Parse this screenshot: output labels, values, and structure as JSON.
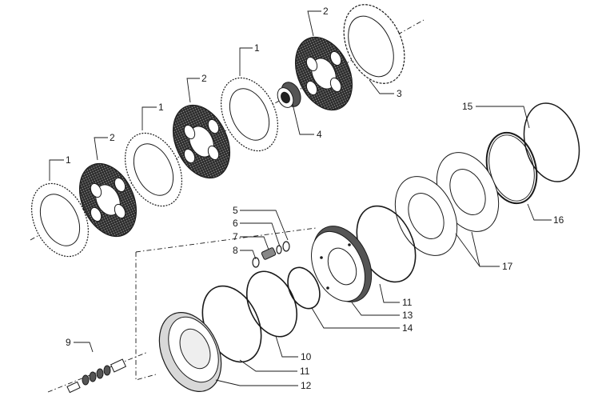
{
  "callouts": {
    "c1": "1",
    "c2": "2",
    "c3": "3",
    "c4": "4",
    "c5": "5",
    "c6": "6",
    "c7": "7",
    "c8": "8",
    "c9": "9",
    "c10": "10",
    "c11": "11",
    "c12": "12",
    "c13": "13",
    "c14": "14",
    "c15": "15",
    "c16": "16",
    "c17": "17"
  },
  "colors": {
    "line": "#1a1a1a",
    "friction": "#3a3a3a",
    "fill": "#ffffff",
    "shade": "#d8d8d8"
  }
}
